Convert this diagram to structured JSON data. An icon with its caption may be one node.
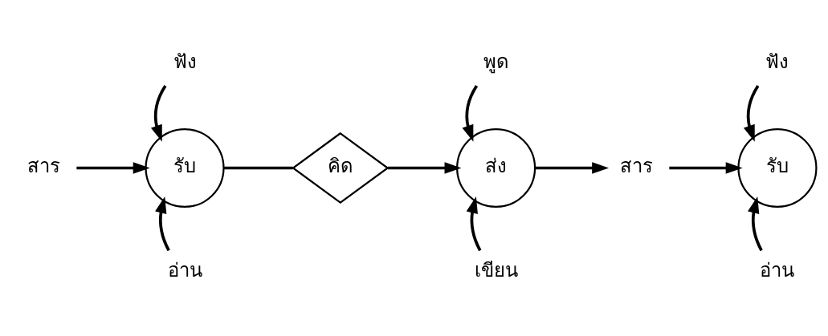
{
  "diagram": {
    "nodes": [
      {
        "text": [
          "ฟัง"
        ]
      },
      {
        "text": [
          "พูด"
        ]
      },
      {
        "text": [
          "ฟัง"
        ]
      },
      {
        "text": [
          "สาร"
        ]
      },
      {
        "text": [
          "รับ"
        ]
      },
      {
        "text": [
          "คิด"
        ]
      },
      {
        "text": [
          "ส่ง"
        ]
      },
      {
        "text": [
          "สาร"
        ]
      },
      {
        "text": [
          "รับ"
        ]
      },
      {
        "text": [
          "อ่าน"
        ]
      },
      {
        "text": [
          "เขียน"
        ]
      },
      {
        "text": [
          "อ่าน"
        ]
      }
    ],
    "edges": [
      {
        "from": 0,
        "to": 4,
        "arrow": "to"
      },
      {
        "from": 3,
        "to": 4,
        "arrow": "to"
      },
      {
        "from": 9,
        "to": 4,
        "arrow": "to"
      },
      {
        "from": 4,
        "to": 5,
        "arrow": "none"
      },
      {
        "from": 5,
        "to": 6,
        "arrow": "to"
      },
      {
        "from": 1,
        "to": 6,
        "arrow": "to"
      },
      {
        "from": 10,
        "to": 6,
        "arrow": "to"
      },
      {
        "from": 6,
        "to": 7,
        "arrow": "to"
      },
      {
        "from": 7,
        "to": 8,
        "arrow": "to"
      },
      {
        "from": 2,
        "to": 8,
        "arrow": "to"
      },
      {
        "from": 11,
        "to": 8,
        "arrow": "to"
      }
    ]
  }
}
